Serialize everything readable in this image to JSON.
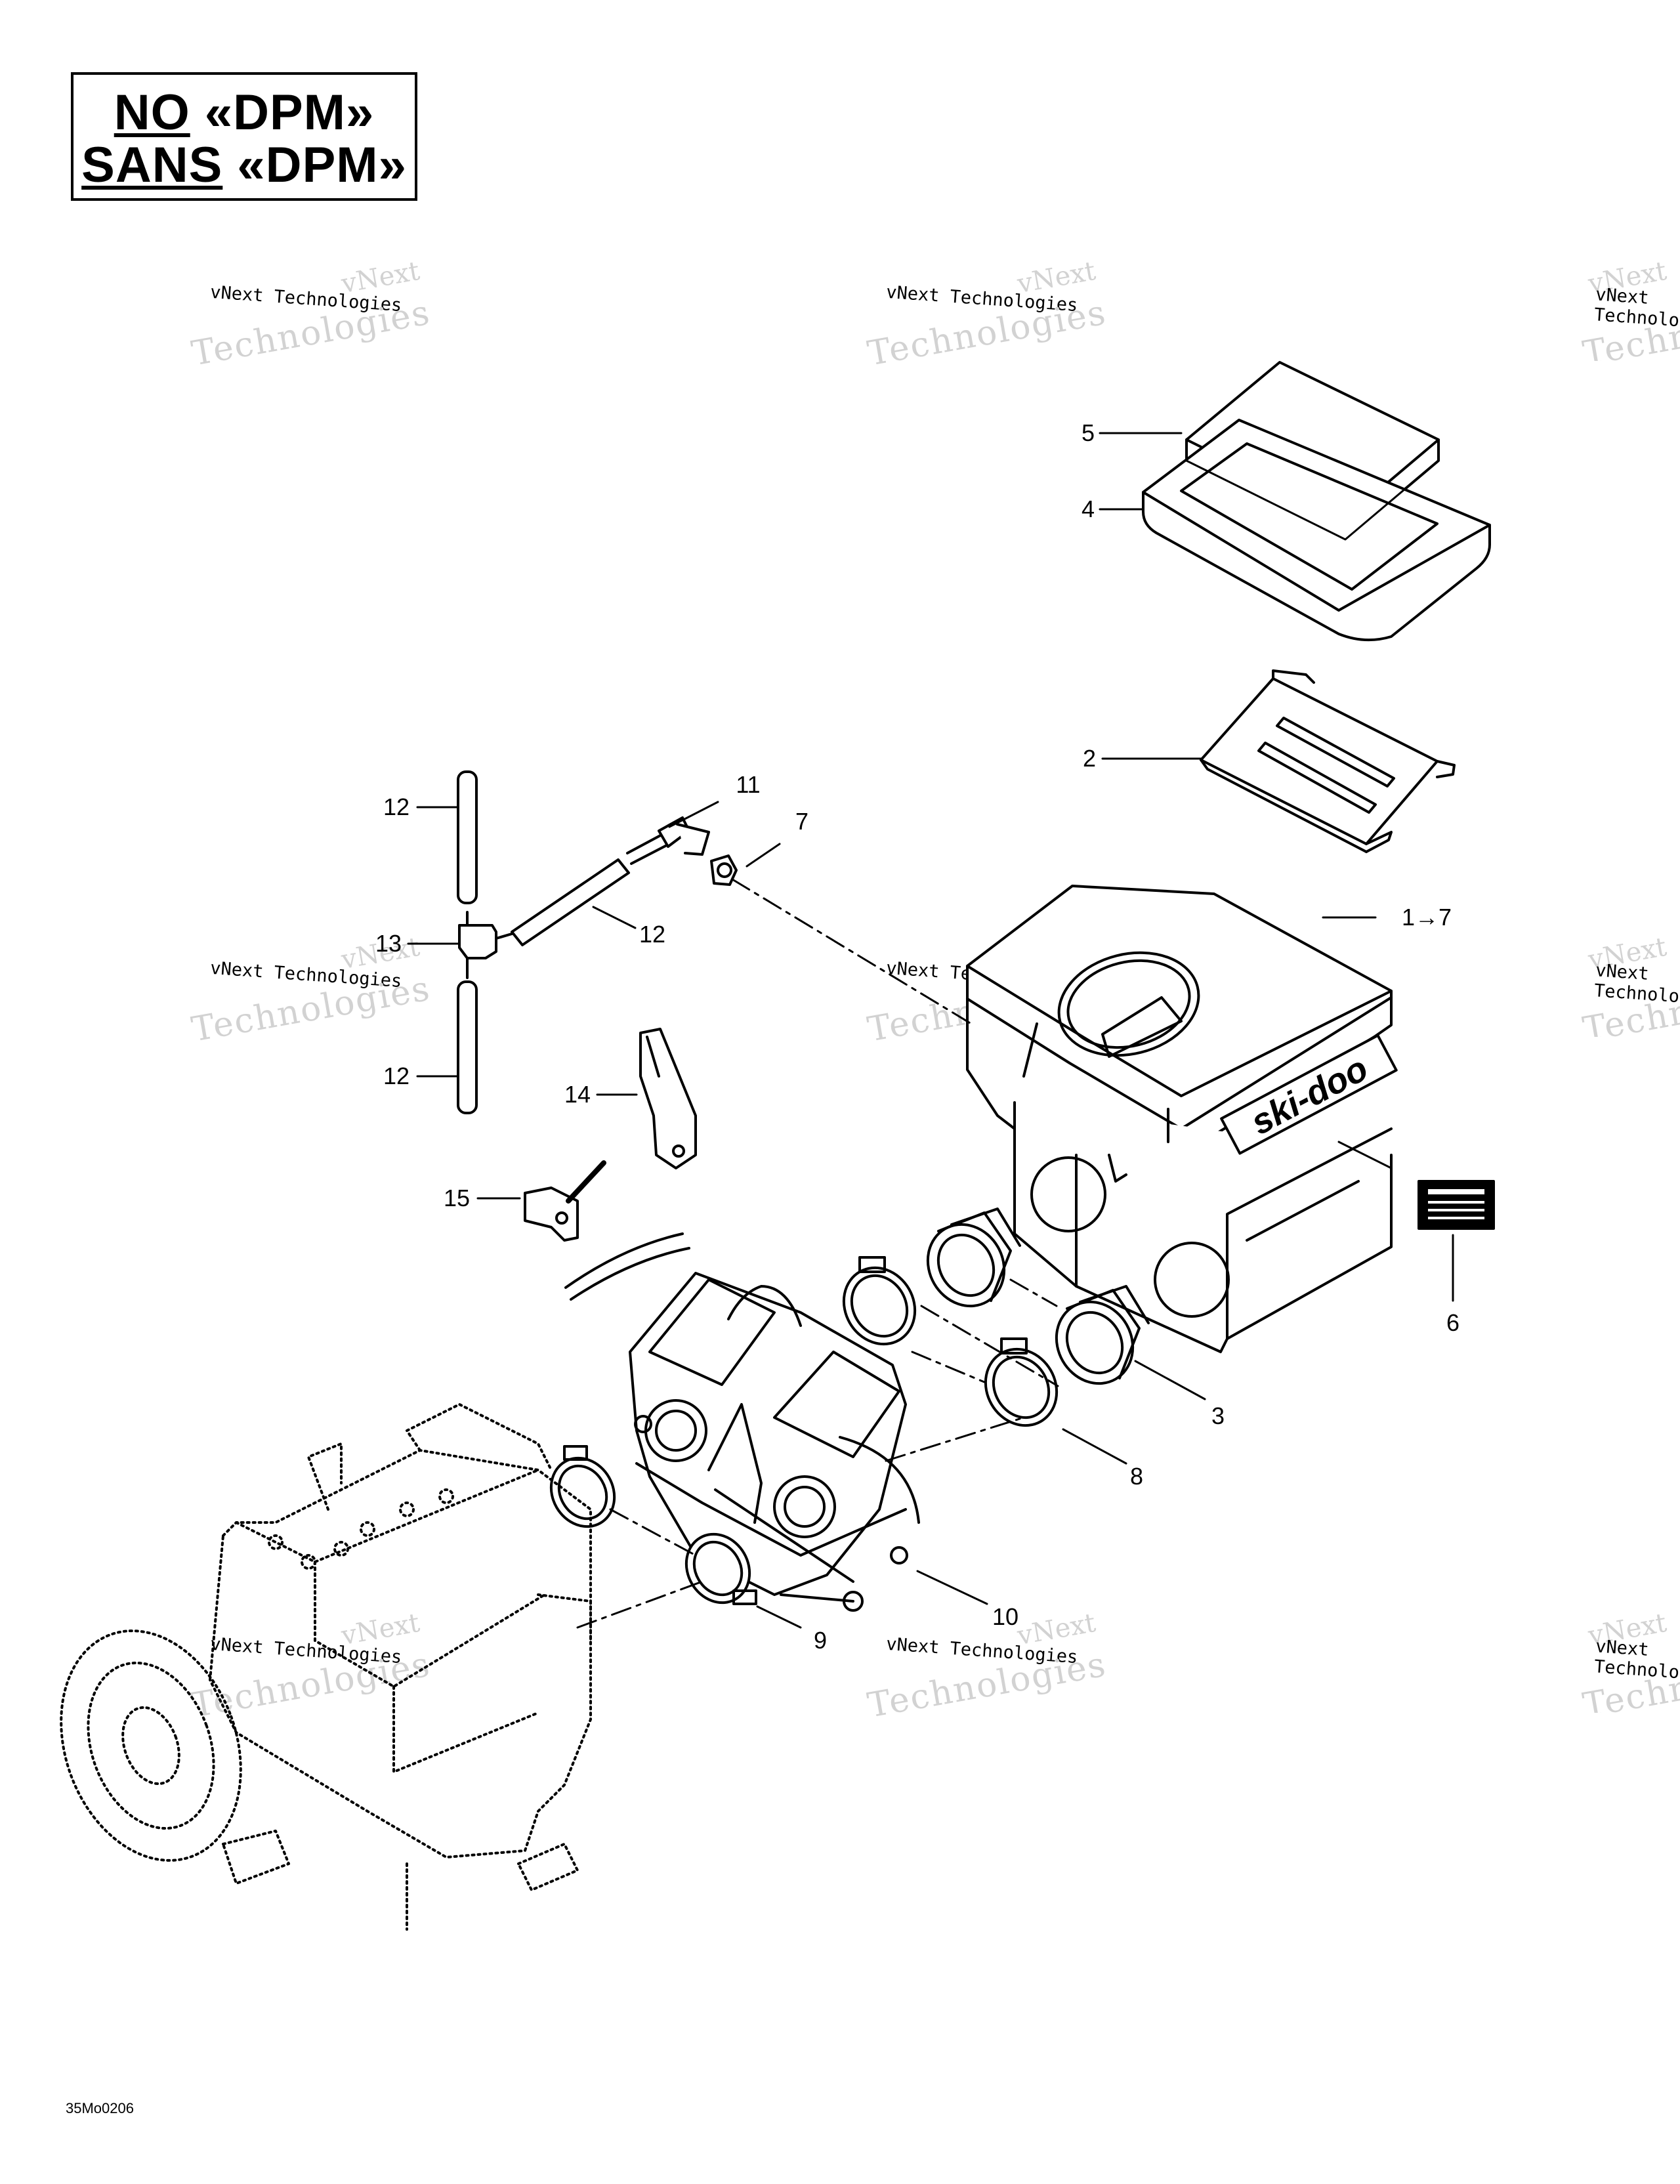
{
  "header_box": {
    "line1_prefix": "NO",
    "line1_suffix": " «DPM»",
    "line2_prefix": "SANS",
    "line2_suffix": " «DPM»"
  },
  "callouts": {
    "c5": "5",
    "c4": "4",
    "c2": "2",
    "c1to7": "1→7",
    "c6": "6",
    "c3": "3",
    "c8": "8",
    "c10": "10",
    "c9": "9",
    "c11": "11",
    "c7": "7",
    "c12a": "12",
    "c12b": "12",
    "c12c": "12",
    "c13": "13",
    "c14": "14",
    "c15": "15"
  },
  "watermark": {
    "line1": "vNext",
    "line2": "vNext Technologies",
    "line3": "Technologies"
  },
  "figure_code": "35Mo0206",
  "decal_brand": "ski-doo"
}
